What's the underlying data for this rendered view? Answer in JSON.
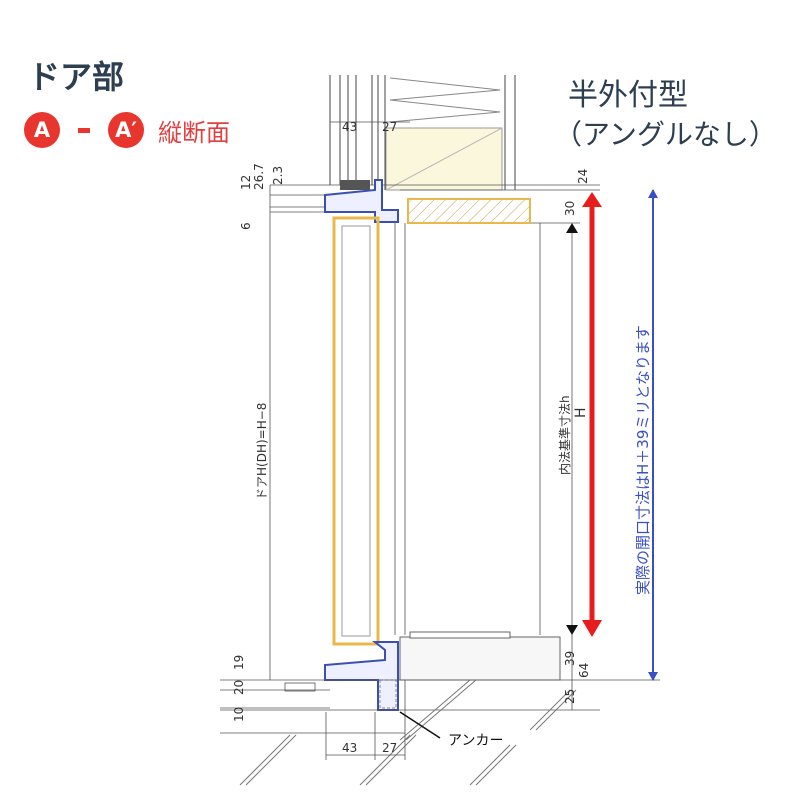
{
  "header": {
    "title": "ドア部",
    "section_from": "A",
    "section_to": "A′",
    "section_label": "縦断面",
    "type_title": "半外付型",
    "type_subtitle": "（アングルなし）"
  },
  "diagram": {
    "dims_top": {
      "left": "43",
      "right": "27"
    },
    "dims_head": {
      "a": "12",
      "b": "26.7",
      "c": "2.3",
      "d": "6"
    },
    "dims_right": {
      "top": "24",
      "head": "30",
      "sill": "39",
      "total_bottom": "64",
      "floor": "25"
    },
    "dims_left_bottom": {
      "a": "19",
      "b": "20",
      "c": "10"
    },
    "dims_bottom": {
      "left": "43",
      "right": "27"
    },
    "door_height_label": "ドアH(DH)=H−8",
    "inner_dim_label": "内法基準寸法h",
    "h_label": "H",
    "actual_opening_note": "実際の開口寸法はH＋39ミリとなります",
    "anchor_label": "アンカー",
    "colors": {
      "red_arrow": "#e81c1c",
      "blue_arrow": "#3a4fc4",
      "frame": "#3a4fb0",
      "wood": "#e8b84a"
    }
  }
}
